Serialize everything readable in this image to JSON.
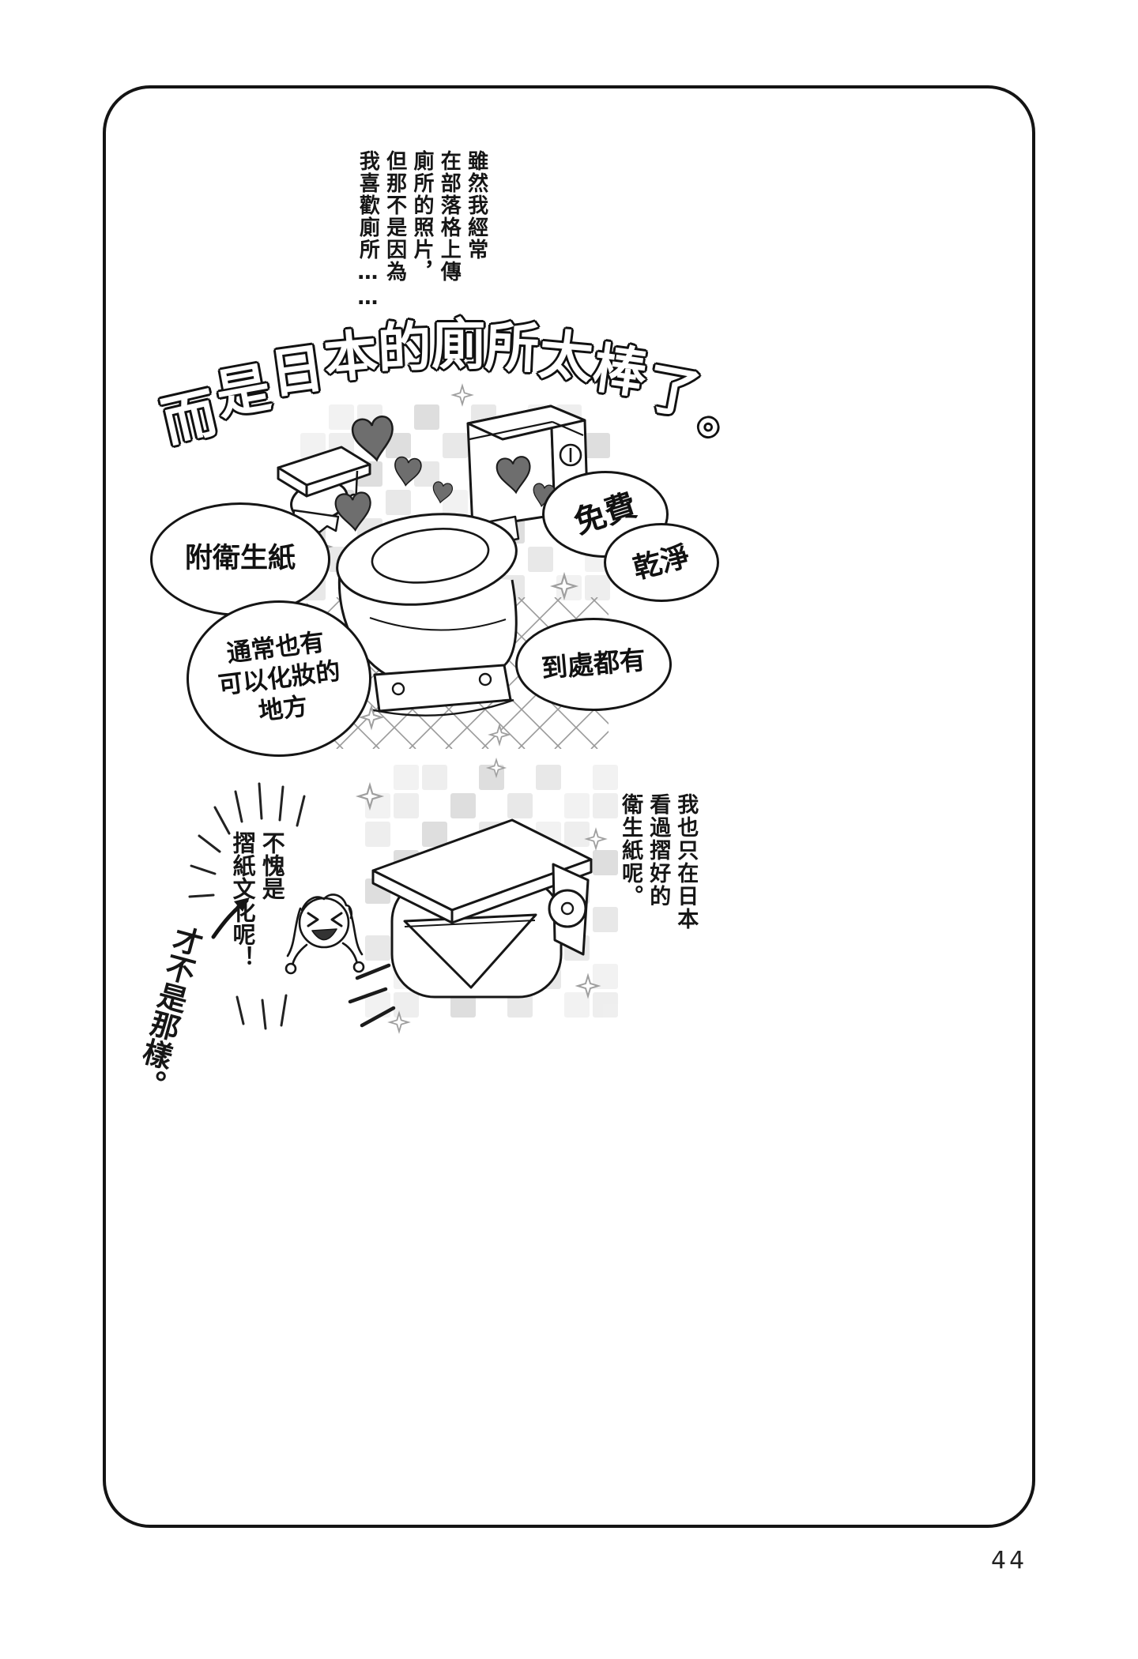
{
  "page": {
    "number": "44"
  },
  "colors": {
    "ink": "#141414",
    "paper": "#ffffff",
    "heart": "#6e6e6e",
    "mosaic": "#e2e2e2"
  },
  "narration_top": {
    "text": "雖然我經常\n在部落格上傳\n廁所的照片，\n但那不是因為\n我喜歡廁所……"
  },
  "title": {
    "text": "而是日本的廁所太棒了。"
  },
  "bubbles": {
    "paper": {
      "label": "附衛生紙"
    },
    "makeup": {
      "label": "通常也有\n可以化妝的\n地方"
    },
    "free": {
      "label": "免費"
    },
    "clean": {
      "label": "乾淨"
    },
    "everywhere": {
      "label": "到處都有"
    }
  },
  "bottom": {
    "narration": "我也只在日本\n看過摺好的\n衛生紙呢。",
    "speech": "不愧是\n摺紙文化呢！",
    "handwritten": "才不是那樣。"
  },
  "illustrations": {
    "toilet": "japanese-toilet-with-hearts",
    "holder_small": "toilet-paper-holder",
    "holder_large": "toilet-paper-holder-with-folded-end",
    "character": "laughing-chibi-girl",
    "arrow": "up-right-arrow"
  }
}
